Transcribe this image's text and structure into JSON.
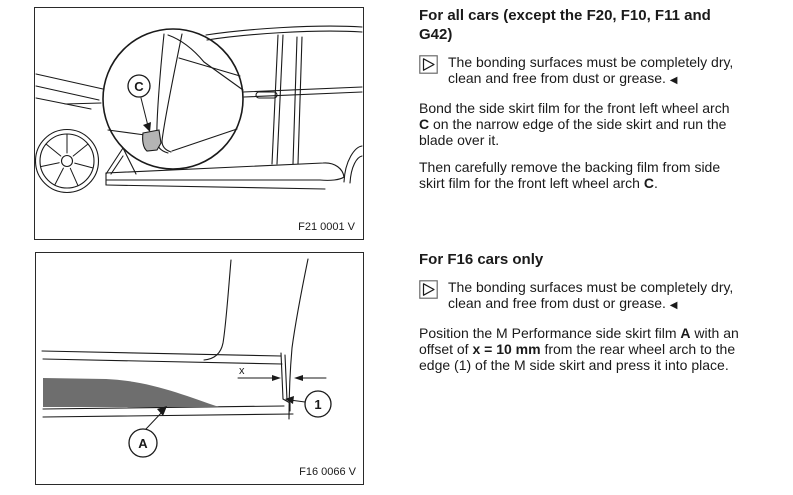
{
  "document": {
    "figures": [
      {
        "caption": "F21 0001 V",
        "label_c": "C"
      },
      {
        "caption": "F16 0066 V",
        "label_a": "A",
        "label_1": "1",
        "label_x": "x"
      }
    ],
    "sections": [
      {
        "heading": "For all cars (except the F20, F10, F11 and G42)",
        "note": {
          "text": "The bonding surfaces must be completely dry, clean and free from dust or grease.",
          "end_marker": "◀"
        },
        "paragraphs": [
          {
            "segments": [
              {
                "t": "Bond the side skirt film for the front left wheel arch "
              },
              {
                "t": "C",
                "bold": true
              },
              {
                "t": " on the narrow edge of the side skirt and run the blade over it."
              }
            ]
          },
          {
            "segments": [
              {
                "t": "Then carefully remove the backing film from side skirt film for the front left wheel arch "
              },
              {
                "t": "C",
                "bold": true
              },
              {
                "t": "."
              }
            ]
          }
        ]
      },
      {
        "heading": "For F16 cars only",
        "note": {
          "text": "The bonding surfaces must be completely dry, clean and free from dust or grease.",
          "end_marker": "◀"
        },
        "paragraphs": [
          {
            "segments": [
              {
                "t": "Position the M Performance side skirt film "
              },
              {
                "t": "A",
                "bold": true
              },
              {
                "t": " with an offset of "
              },
              {
                "t": "x = 10 mm",
                "bold": true
              },
              {
                "t": " from the rear wheel arch to the edge (1) of the M side skirt and press it into place."
              }
            ]
          }
        ]
      }
    ],
    "colors": {
      "film_dark": "#6e6e6e",
      "film_light": "#b4b4b4",
      "line": "#1a1a1a"
    }
  }
}
